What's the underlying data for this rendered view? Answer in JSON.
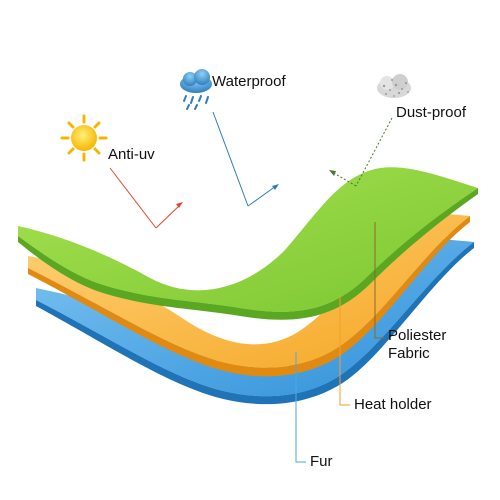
{
  "labels": {
    "anti_uv": "Anti-uv",
    "waterproof": "Waterproof",
    "dust_proof": "Dust-proof",
    "poliester_line1": "Poliester",
    "poliester_line2": "Fabric",
    "heat_holder": "Heat holder",
    "fur": "Fur"
  },
  "icons": {
    "sun": "sun-icon",
    "rain_cloud": "rain-cloud-icon",
    "dust_cloud": "dust-cloud-icon"
  },
  "colors": {
    "top_layer": "#8cd23c",
    "middle_layer": "#f5a623",
    "bottom_layer": "#2f8fd8",
    "poliester_leader": "#8b6a2a",
    "heat_leader": "#f2a02a",
    "fur_leader": "#4aa8e8",
    "waterproof_leader": "#2f7fb5",
    "anti_uv_leader": "#e04a2a",
    "dust_leader": "#4a7a2a"
  }
}
